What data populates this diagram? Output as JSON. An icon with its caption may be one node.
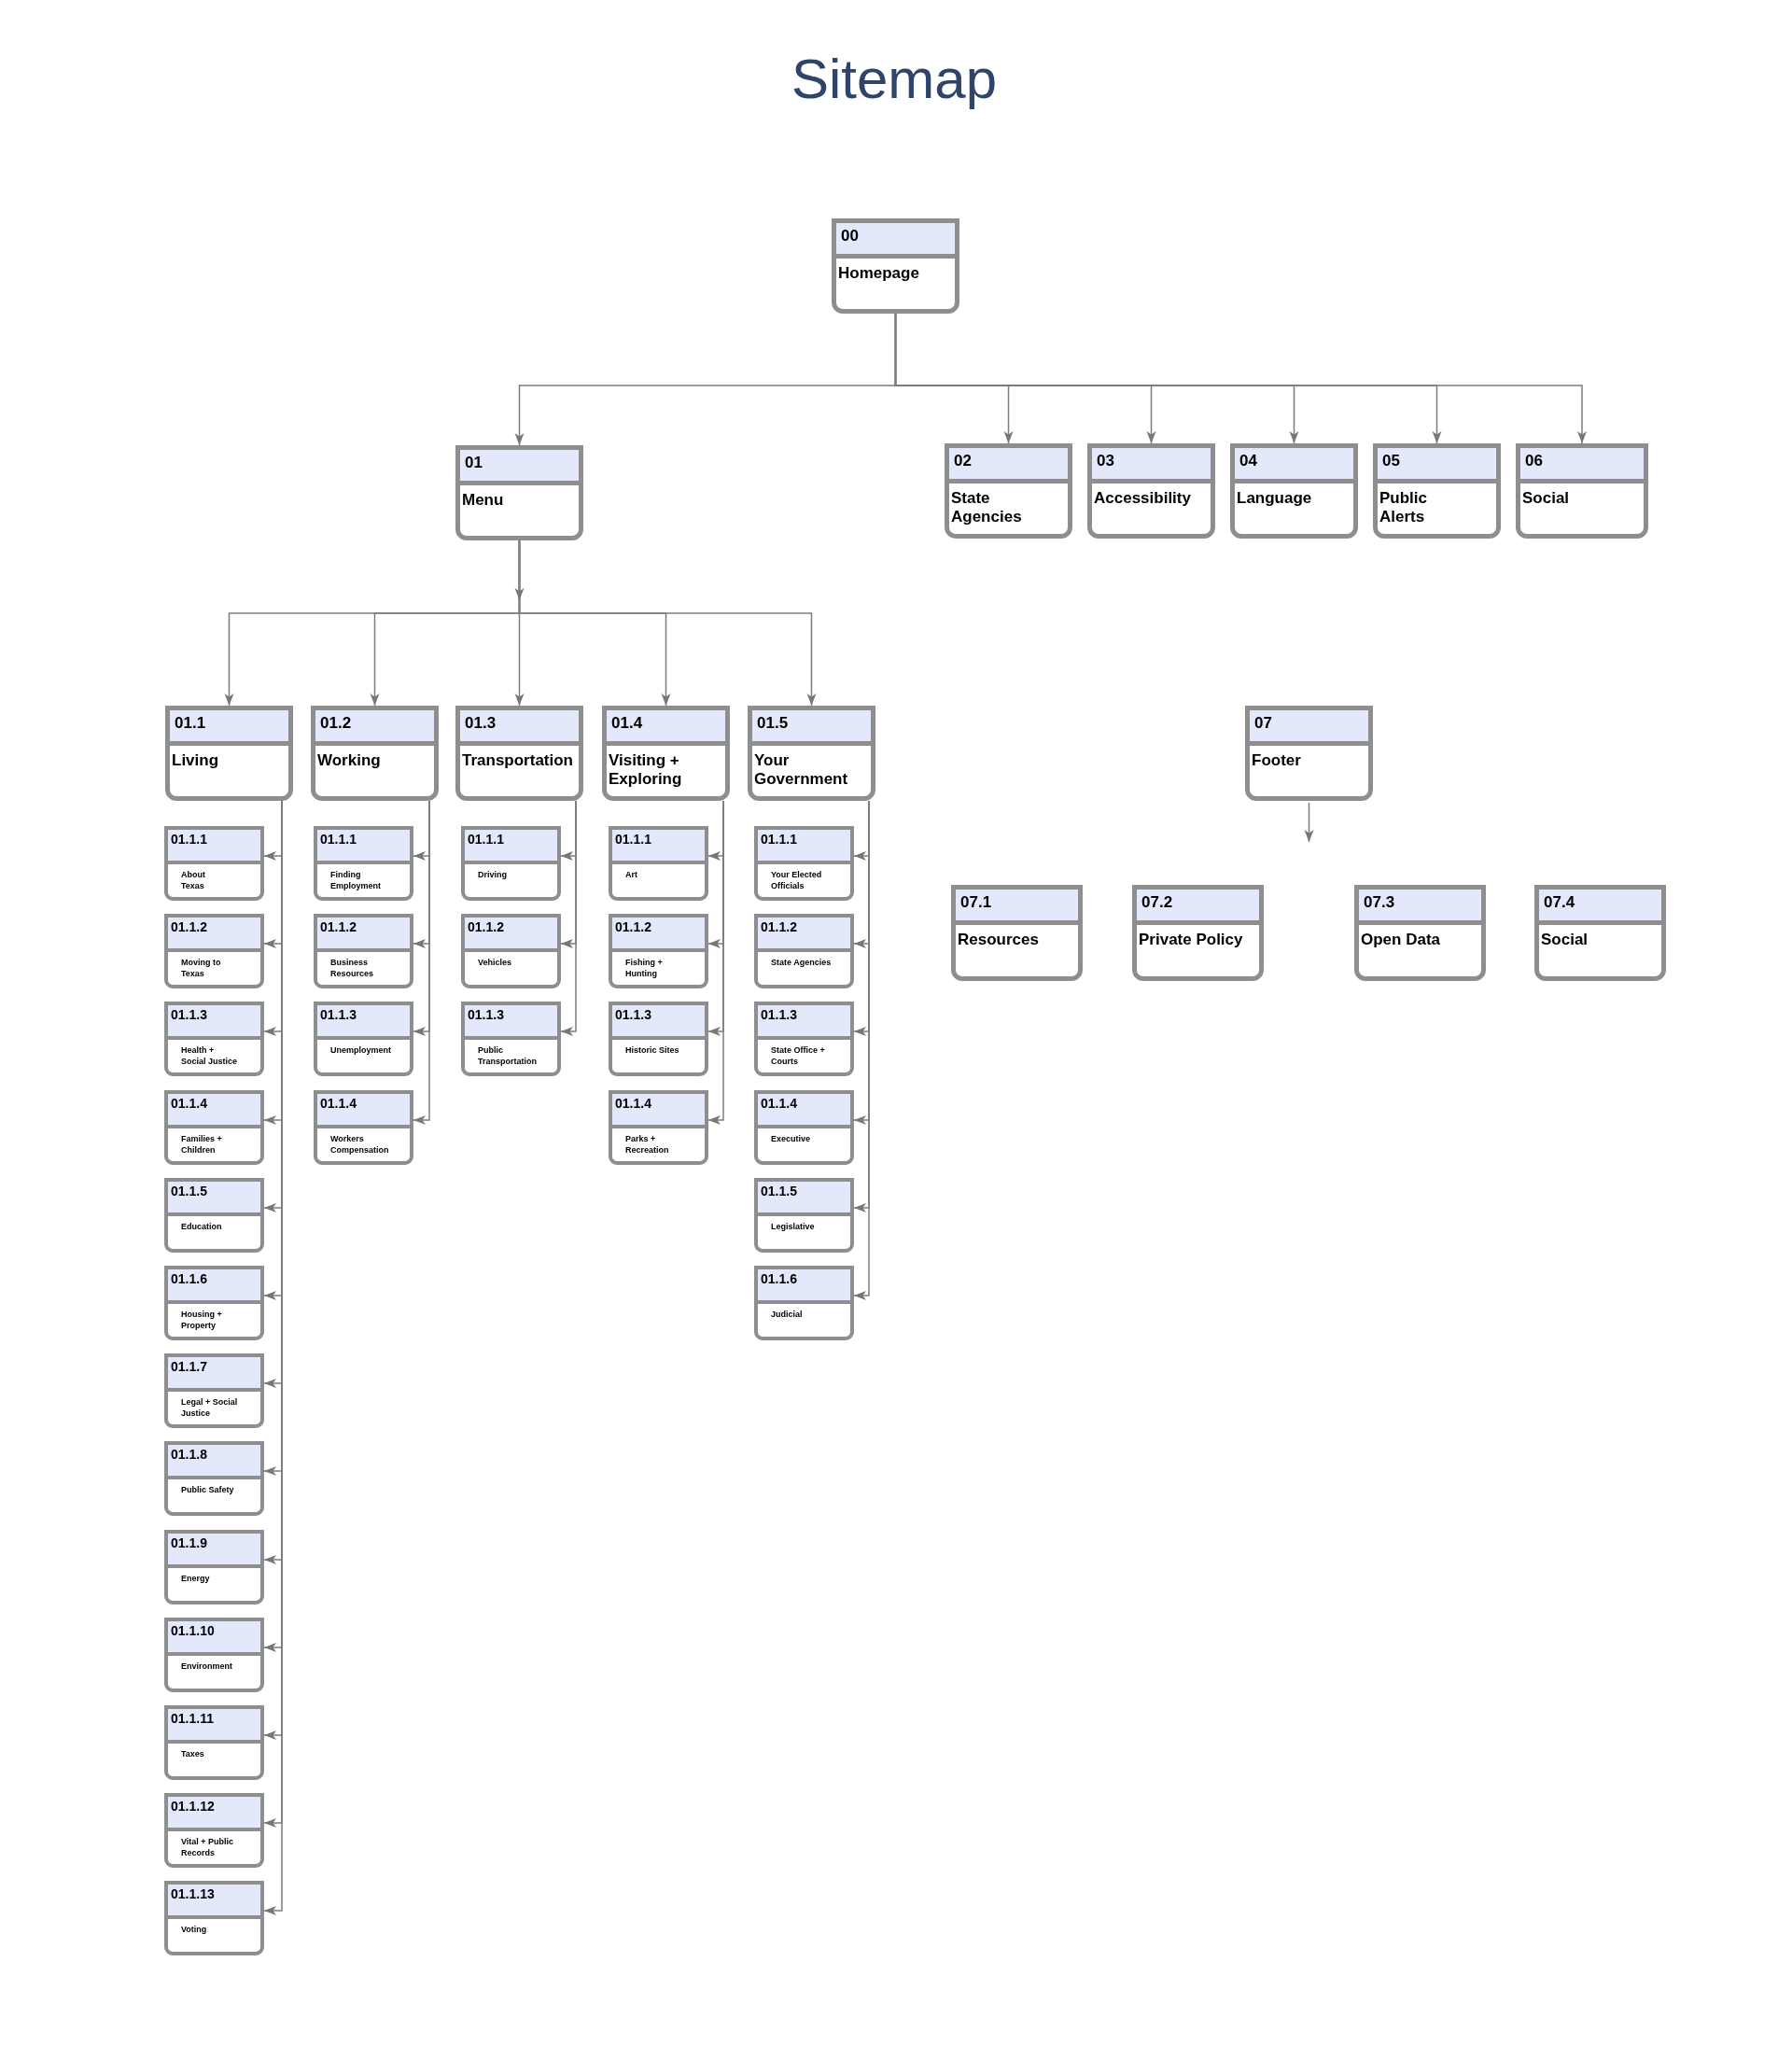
{
  "diagram": {
    "title": "Sitemap",
    "nodes": [
      {
        "text": [
          "00",
          "Homepage"
        ]
      },
      {
        "text": [
          "01",
          "Menu"
        ]
      },
      {
        "text": [
          "02",
          "State Agencies"
        ]
      },
      {
        "text": [
          "03",
          "Accessibility"
        ]
      },
      {
        "text": [
          "04",
          "Language"
        ]
      },
      {
        "text": [
          "05",
          "Public Alerts"
        ]
      },
      {
        "text": [
          "06",
          "Social"
        ]
      },
      {
        "text": [
          "01.1",
          "Living"
        ]
      },
      {
        "text": [
          "01.2",
          "Working"
        ]
      },
      {
        "text": [
          "01.3",
          "Transportation"
        ]
      },
      {
        "text": [
          "01.4",
          "Visiting + Exploring"
        ]
      },
      {
        "text": [
          "01.5",
          "Your Government"
        ]
      },
      {
        "text": [
          "07",
          "Footer"
        ]
      },
      {
        "text": [
          "01.1.1",
          "About Texas"
        ]
      },
      {
        "text": [
          "01.1.2",
          "Moving to Texas"
        ]
      },
      {
        "text": [
          "01.1.3",
          "Health + Social Justice"
        ]
      },
      {
        "text": [
          "01.1.4",
          "Families + Children"
        ]
      },
      {
        "text": [
          "01.1.5",
          "Education"
        ]
      },
      {
        "text": [
          "01.1.6",
          "Housing + Property"
        ]
      },
      {
        "text": [
          "01.1.7",
          "Legal + Social Justice"
        ]
      },
      {
        "text": [
          "01.1.8",
          "Public Safety"
        ]
      },
      {
        "text": [
          "01.1.9",
          "Energy"
        ]
      },
      {
        "text": [
          "01.1.10",
          "Environment"
        ]
      },
      {
        "text": [
          "01.1.11",
          "Taxes"
        ]
      },
      {
        "text": [
          "01.1.12",
          "Vital + Public Records"
        ]
      },
      {
        "text": [
          "01.1.13",
          "Voting"
        ]
      },
      {
        "text": [
          "01.1.1",
          "Finding Employment"
        ]
      },
      {
        "text": [
          "01.1.2",
          "Business Resources"
        ]
      },
      {
        "text": [
          "01.1.3",
          "Unemployment"
        ]
      },
      {
        "text": [
          "01.1.4",
          "Workers Compensation"
        ]
      },
      {
        "text": [
          "01.1.1",
          "Driving"
        ]
      },
      {
        "text": [
          "01.1.2",
          "Vehicles"
        ]
      },
      {
        "text": [
          "01.1.3",
          "Public Transportation"
        ]
      },
      {
        "text": [
          "01.1.1",
          "Art"
        ]
      },
      {
        "text": [
          "01.1.2",
          "Fishing + Hunting"
        ]
      },
      {
        "text": [
          "01.1.3",
          "Historic Sites"
        ]
      },
      {
        "text": [
          "01.1.4",
          "Parks + Recreation"
        ]
      },
      {
        "text": [
          "01.1.1",
          "Your Elected Officials"
        ]
      },
      {
        "text": [
          "01.1.2",
          "State Agencies"
        ]
      },
      {
        "text": [
          "01.1.3",
          "State Office + Courts"
        ]
      },
      {
        "text": [
          "01.1.4",
          "Executive"
        ]
      },
      {
        "text": [
          "01.1.5",
          "Legislative"
        ]
      },
      {
        "text": [
          "01.1.6",
          "Judicial"
        ]
      },
      {
        "text": [
          "07.1",
          "Resources"
        ]
      },
      {
        "text": [
          "07.2",
          "Private Policy"
        ]
      },
      {
        "text": [
          "07.3",
          "Open Data"
        ]
      },
      {
        "text": [
          "07.4",
          "Social"
        ]
      }
    ],
    "edges": [
      {
        "from": 0,
        "to": 1,
        "arrow": "to"
      },
      {
        "from": 0,
        "to": 2,
        "arrow": "to"
      },
      {
        "from": 0,
        "to": 3,
        "arrow": "to"
      },
      {
        "from": 0,
        "to": 4,
        "arrow": "to"
      },
      {
        "from": 0,
        "to": 5,
        "arrow": "to"
      },
      {
        "from": 0,
        "to": 6,
        "arrow": "to"
      },
      {
        "from": 1,
        "to": 7,
        "arrow": "to"
      },
      {
        "from": 1,
        "to": 8,
        "arrow": "to"
      },
      {
        "from": 1,
        "to": 9,
        "arrow": "to"
      },
      {
        "from": 1,
        "to": 10,
        "arrow": "to"
      },
      {
        "from": 1,
        "to": 11,
        "arrow": "to"
      },
      {
        "from": 12,
        "to": null,
        "arrow": "to"
      },
      {
        "from": 7,
        "to": 13,
        "arrow": "to"
      },
      {
        "from": 7,
        "to": 14,
        "arrow": "to"
      },
      {
        "from": 7,
        "to": 15,
        "arrow": "to"
      },
      {
        "from": 7,
        "to": 16,
        "arrow": "to"
      },
      {
        "from": 7,
        "to": 17,
        "arrow": "to"
      },
      {
        "from": 7,
        "to": 18,
        "arrow": "to"
      },
      {
        "from": 7,
        "to": 19,
        "arrow": "to"
      },
      {
        "from": 7,
        "to": 20,
        "arrow": "to"
      },
      {
        "from": 7,
        "to": 21,
        "arrow": "to"
      },
      {
        "from": 7,
        "to": 22,
        "arrow": "to"
      },
      {
        "from": 7,
        "to": 23,
        "arrow": "to"
      },
      {
        "from": 7,
        "to": 24,
        "arrow": "to"
      },
      {
        "from": 7,
        "to": 25,
        "arrow": "to"
      },
      {
        "from": 8,
        "to": 26,
        "arrow": "to"
      },
      {
        "from": 8,
        "to": 27,
        "arrow": "to"
      },
      {
        "from": 8,
        "to": 28,
        "arrow": "to"
      },
      {
        "from": 8,
        "to": 29,
        "arrow": "to"
      },
      {
        "from": 9,
        "to": 30,
        "arrow": "to"
      },
      {
        "from": 9,
        "to": 31,
        "arrow": "to"
      },
      {
        "from": 9,
        "to": 32,
        "arrow": "to"
      },
      {
        "from": 10,
        "to": 33,
        "arrow": "to"
      },
      {
        "from": 10,
        "to": 34,
        "arrow": "to"
      },
      {
        "from": 10,
        "to": 35,
        "arrow": "to"
      },
      {
        "from": 10,
        "to": 36,
        "arrow": "to"
      },
      {
        "from": 11,
        "to": 37,
        "arrow": "to"
      },
      {
        "from": 11,
        "to": 38,
        "arrow": "to"
      },
      {
        "from": 11,
        "to": 39,
        "arrow": "to"
      },
      {
        "from": 11,
        "to": 40,
        "arrow": "to"
      },
      {
        "from": 11,
        "to": 41,
        "arrow": "to"
      },
      {
        "from": 11,
        "to": 42,
        "arrow": "to"
      }
    ]
  }
}
